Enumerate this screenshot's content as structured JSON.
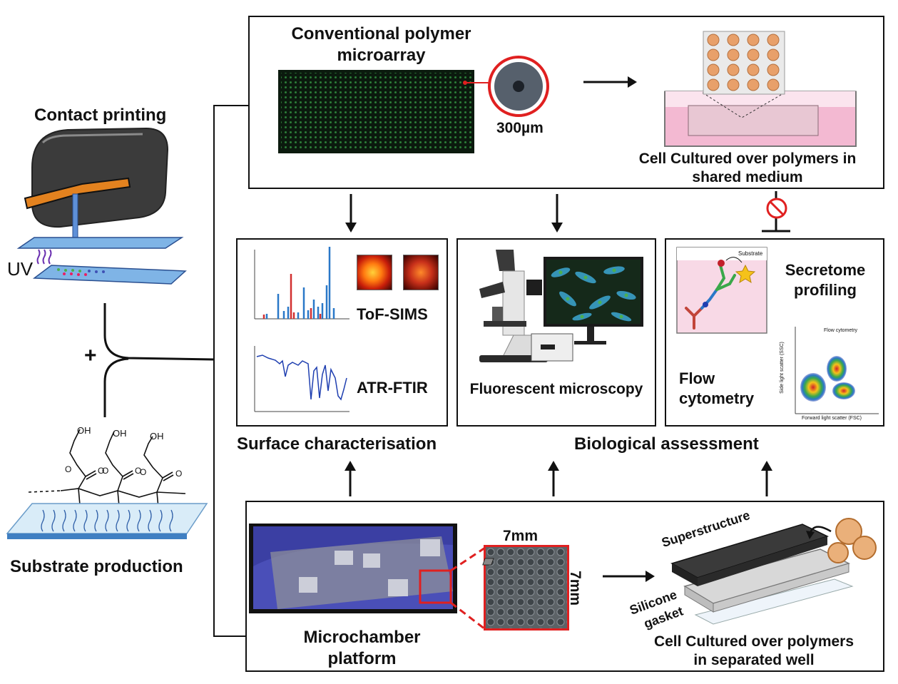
{
  "left": {
    "contact_printing": "Contact printing",
    "uv": "UV",
    "plus": "+",
    "oh": "OH",
    "substrate_production": "Substrate production"
  },
  "top_panel": {
    "title_line1": "Conventional polymer",
    "title_line2": "microarray",
    "scale": "300µm",
    "caption_line1": "Cell Cultured over polymers in",
    "caption_line2": "shared medium"
  },
  "surface_panel": {
    "tof_sims": "ToF-SIMS",
    "atr_ftir": "ATR-FTIR",
    "section_label": "Surface characterisation"
  },
  "micro_panel": {
    "label": "Fluorescent microscopy"
  },
  "bio_panel": {
    "secretome_line1": "Secretome",
    "secretome_line2": "profiling",
    "substrate": "Substrate",
    "flow_line1": "Flow",
    "flow_line2": "cytometry",
    "flow_plot_title": "Flow cytometry",
    "flow_xlabel": "Forward light scatter (FSC)",
    "flow_ylabel": "Side light scatter (SSC)",
    "section_label": "Biological assessment"
  },
  "bottom_panel": {
    "dim_w": "7mm",
    "dim_h": "7mm",
    "platform_line1": "Microchamber",
    "platform_line2": "platform",
    "superstructure": "Superstructure",
    "silicone_line1": "Silicone",
    "silicone_line2": "gasket",
    "caption_line1": "Cell Cultured over polymers",
    "caption_line2": "in separated well"
  },
  "colors": {
    "red": "#e02020",
    "pink_medium": "#f3b9d2",
    "spectrum_blue": "#2a78c8",
    "spectrum_red": "#d23030",
    "ftir_blue": "#1f3fb0",
    "glove_blue": "#4a4fb8"
  }
}
